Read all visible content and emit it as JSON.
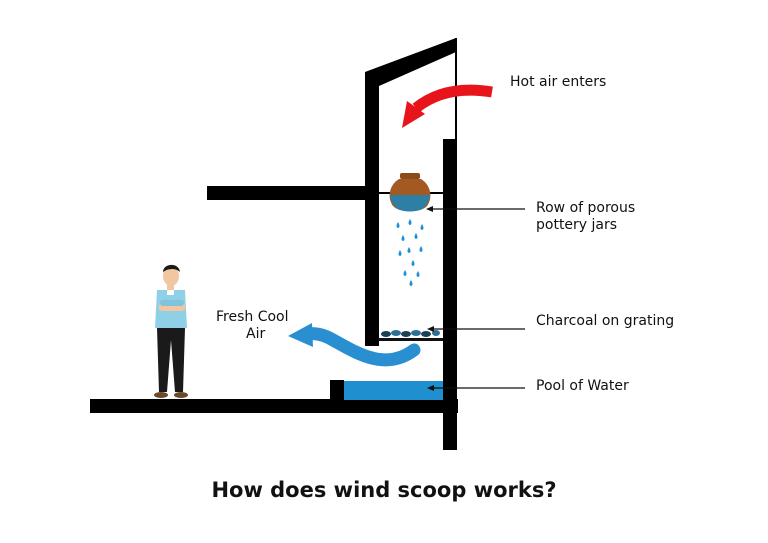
{
  "diagram": {
    "title": "How does wind scoop works?",
    "labels": {
      "hot_air": "Hot air enters",
      "jars_line1": "Row of porous",
      "jars_line2": "pottery jars",
      "charcoal": "Charcoal on grating",
      "pool": "Pool of Water",
      "fresh_line1": "Fresh Cool",
      "fresh_line2": "Air"
    },
    "colors": {
      "structure": "#000000",
      "hot_air_arrow": "#e8141b",
      "cool_air_arrow": "#2a8fd0",
      "water": "#1f8fd0",
      "droplets": "#1e90d6",
      "jar": "#a35a22",
      "jar_water": "#2d7fa6",
      "person_shirt": "#8fd0e6",
      "person_pants": "#1a1a1a"
    }
  }
}
